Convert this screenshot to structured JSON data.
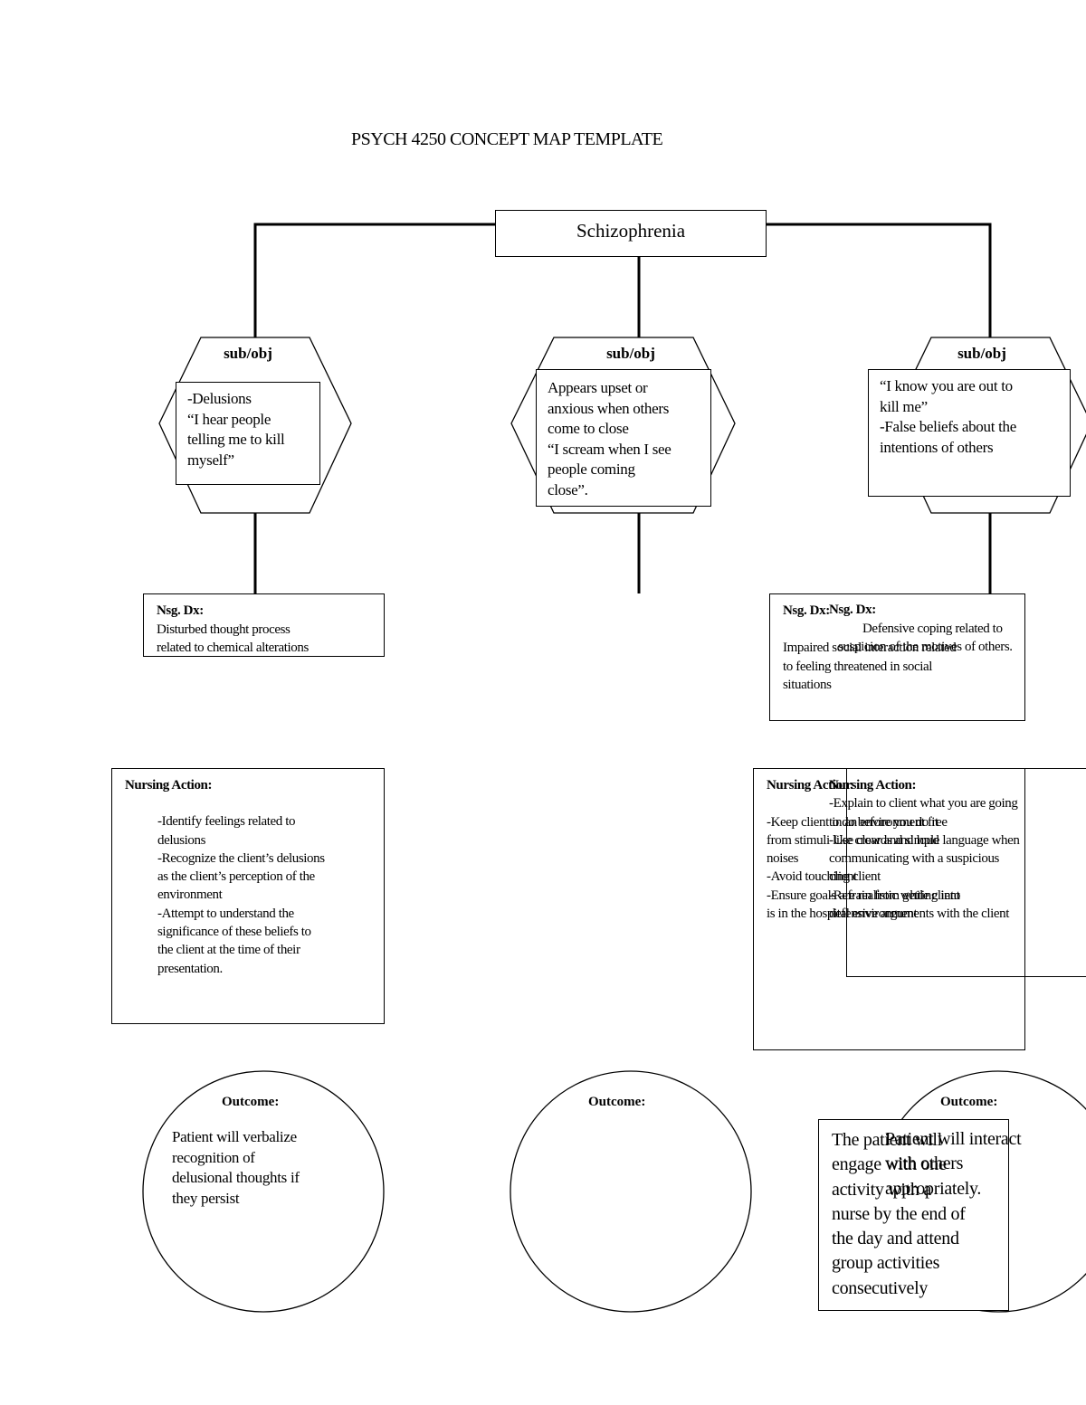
{
  "title": "PSYCH 4250 CONCEPT MAP TEMPLATE",
  "root": "Schizophrenia",
  "sub_obj_label": "sub/obj",
  "left": {
    "subobj_lines": [
      "-Delusions",
      "“I hear people",
      "telling me to kill",
      "myself”"
    ],
    "dx_title": "Nsg. Dx:",
    "dx_lines": [
      "Disturbed thought process",
      "related to chemical alterations"
    ],
    "action_title": "Nursing Action:",
    "action_lines": [
      "-Identify feelings related to",
      "delusions",
      "-Recognize the client’s delusions",
      "as the client’s perception of the",
      "environment",
      "-Attempt to understand the",
      "significance of these beliefs to",
      "the client at the time of their",
      "presentation."
    ],
    "outcome_title": "Outcome:",
    "outcome_lines": [
      "Patient will verbalize",
      "recognition of",
      "delusional thoughts if",
      "they persist"
    ]
  },
  "middle": {
    "subobj_lines": [
      "Appears upset or",
      "anxious when others",
      "come to close",
      "“I scream when I see",
      "people coming",
      "close”."
    ],
    "outcome_title": "Outcome:"
  },
  "right": {
    "subobj_lines": [
      "“I know you are out to",
      "kill me”",
      "-False beliefs about the",
      "intentions of others"
    ],
    "dx_a_title": "Nsg. Dx:",
    "dx_a_lines": [
      "Impaired social interaction related",
      "to feeling threatened in social",
      "situations"
    ],
    "dx_b_title": "Nsg. Dx:",
    "dx_b_lines": [
      "Defensive coping related to",
      "suspicion of the motives of others."
    ],
    "action_a_title": "Nursing Action:",
    "action_a_lines": [
      "-Keep client in an environment free",
      "from stimuli like crowds and loud",
      "noises",
      "-Avoid touching client",
      "-Ensure goals are realistic while client",
      "is in the hospital environment"
    ],
    "action_b_title": "Nursing Action:",
    "action_b_lines": [
      "-Explain to client what you are going",
      "to do before you do it",
      "-Use clear and simple language when",
      "communicating with a suspicious",
      "client",
      "-Refrain from getting into",
      "defensive arguments with the client"
    ],
    "outcome_title": "Outcome:",
    "outcome_a_lines": [
      "The patient will",
      "engage with one",
      "activity with a",
      "nurse by the end of",
      "the day and attend",
      "group activities",
      "consecutively"
    ],
    "outcome_b_lines": [
      "Patient will interact",
      "with others",
      "appropriately."
    ]
  }
}
